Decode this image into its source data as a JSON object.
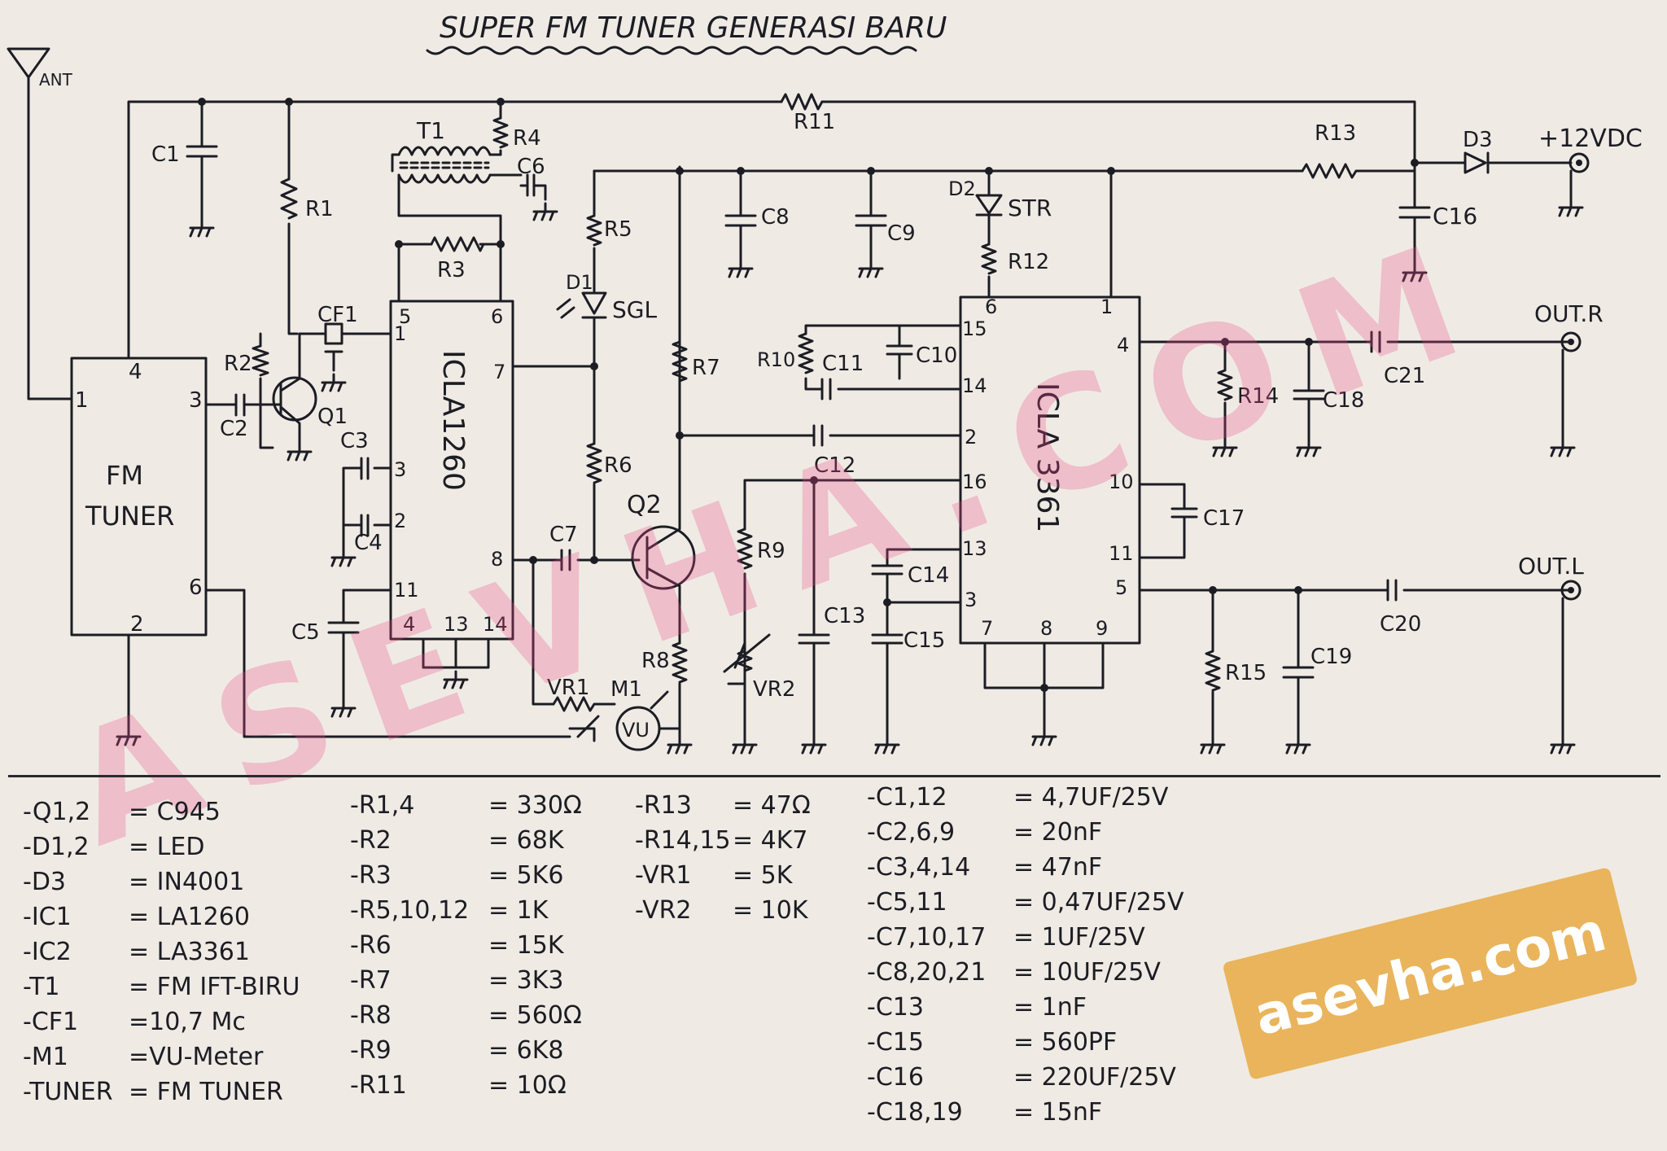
{
  "title": "SUPER FM TUNER GENERASI BARU",
  "labels": {
    "ant": "ANT",
    "fm_tuner_1": "FM",
    "fm_tuner_2": "TUNER",
    "tuner_pin1": "1",
    "tuner_pin2": "2",
    "tuner_pin3": "3",
    "tuner_pin4": "4",
    "tuner_pin6": "6",
    "c1": "C1",
    "r1": "R1",
    "r2": "R2",
    "q1": "Q1",
    "c2": "C2",
    "cf1": "CF1",
    "t1": "T1",
    "r4": "R4",
    "c6": "C6",
    "r3": "R3",
    "c3": "C3",
    "c4": "C4",
    "c5": "C5",
    "ic1": "ICLA1260",
    "ic1_p5": "5",
    "ic1_p6": "6",
    "ic1_p1": "1",
    "ic1_p7": "7",
    "ic1_p3": "3",
    "ic1_p2": "2",
    "ic1_p8": "8",
    "ic1_p11": "11",
    "ic1_p4": "4",
    "ic1_p13": "13",
    "ic1_p14": "14",
    "r11": "R11",
    "r5": "R5",
    "d1": "D1",
    "sgl": "SGL",
    "r7": "R7",
    "r6": "R6",
    "c7": "C7",
    "q2": "Q2",
    "r8": "R8",
    "vr1": "VR1",
    "m1": "M1",
    "vu": "VU",
    "c8": "C8",
    "c9": "C9",
    "d2": "D2",
    "str": "STR",
    "r12": "R12",
    "r10": "R10",
    "c11": "C11",
    "c10": "C10",
    "c12": "C12",
    "r9": "R9",
    "vr2": "VR2",
    "c13": "C13",
    "c14": "C14",
    "c15": "C15",
    "ic2": "ICLA 3361",
    "ic2_p6": "6",
    "ic2_p1": "1",
    "ic2_p15": "15",
    "ic2_p14": "14",
    "ic2_p2": "2",
    "ic2_p16": "16",
    "ic2_p13": "13",
    "ic2_p3": "3",
    "ic2_p4": "4",
    "ic2_p10": "10",
    "ic2_p11": "11",
    "ic2_p5": "5",
    "ic2_p7": "7",
    "ic2_p8": "8",
    "ic2_p9": "9",
    "r13": "R13",
    "d3": "D3",
    "vdc": "+12VDC",
    "c16": "C16",
    "out_r": "OUT.R",
    "c21": "C21",
    "r14": "R14",
    "c18": "C18",
    "c17": "C17",
    "out_l": "OUT.L",
    "c20": "C20",
    "r15": "R15",
    "c19": "C19"
  },
  "parts": [
    [
      {
        "name": "-Q1,2",
        "value": "= C945"
      },
      {
        "name": "-D1,2",
        "value": "= LED"
      },
      {
        "name": "-D3",
        "value": "= IN4001"
      },
      {
        "name": "-IC1",
        "value": "= LA1260"
      },
      {
        "name": "-IC2",
        "value": "= LA3361"
      },
      {
        "name": "-T1",
        "value": "= FM IFT-BIRU"
      },
      {
        "name": "-CF1",
        "value": "=10,7 Mc"
      },
      {
        "name": "-M1",
        "value": "=VU-Meter"
      },
      {
        "name": "-TUNER",
        "value": "= FM TUNER"
      }
    ],
    [
      {
        "name": "-R1,4",
        "value": "= 330Ω"
      },
      {
        "name": "-R2",
        "value": "= 68K"
      },
      {
        "name": "-R3",
        "value": "= 5K6"
      },
      {
        "name": "-R5,10,12",
        "value": "= 1K"
      },
      {
        "name": "-R6",
        "value": "= 15K"
      },
      {
        "name": "-R7",
        "value": "= 3K3"
      },
      {
        "name": "-R8",
        "value": "= 560Ω"
      },
      {
        "name": "-R9",
        "value": "= 6K8"
      },
      {
        "name": "-R11",
        "value": "= 10Ω"
      }
    ],
    [
      {
        "name": "-R13",
        "value": "= 47Ω"
      },
      {
        "name": "-R14,15",
        "value": "= 4K7"
      },
      {
        "name": "-VR1",
        "value": "= 5K"
      },
      {
        "name": "-VR2",
        "value": "= 10K"
      }
    ],
    [
      {
        "name": "-C1,12",
        "value": "= 4,7UF/25V"
      },
      {
        "name": "-C2,6,9",
        "value": "= 20nF"
      },
      {
        "name": "-C3,4,14",
        "value": "= 47nF"
      },
      {
        "name": "-C5,11",
        "value": "= 0,47UF/25V"
      },
      {
        "name": "-C7,10,17",
        "value": "= 1UF/25V"
      },
      {
        "name": "-C8,20,21",
        "value": "= 10UF/25V"
      },
      {
        "name": "-C13",
        "value": "= 1nF"
      },
      {
        "name": "-C15",
        "value": "= 560PF"
      },
      {
        "name": "-C16",
        "value": "= 220UF/25V"
      },
      {
        "name": "-C18,19",
        "value": "= 15nF"
      }
    ]
  ],
  "watermark": "ASEVHA.COM",
  "badge": "asevha.com"
}
